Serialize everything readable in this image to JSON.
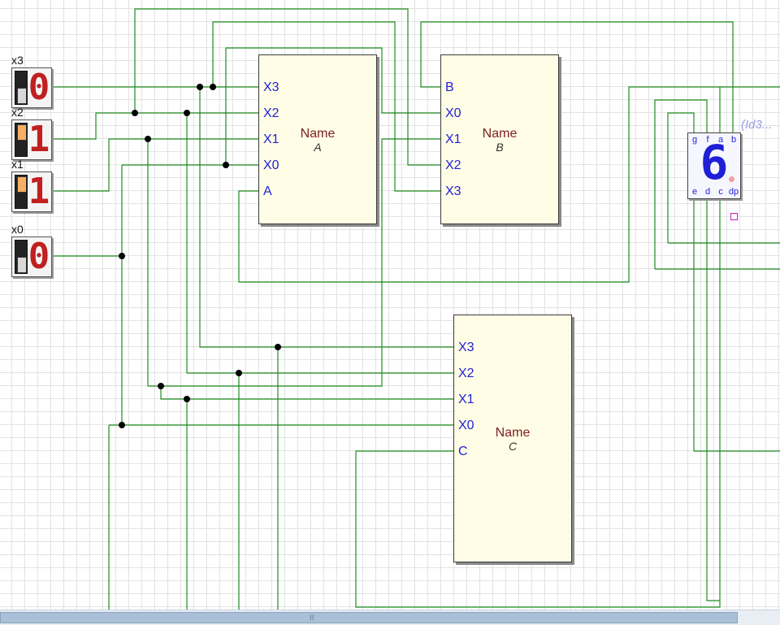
{
  "inputs": [
    {
      "label": "x3",
      "value": "0"
    },
    {
      "label": "x2",
      "value": "1"
    },
    {
      "label": "x1",
      "value": "1"
    },
    {
      "label": "x0",
      "value": "0"
    }
  ],
  "blocks": {
    "a": {
      "name": "Name",
      "instance": "A",
      "pins": [
        "X3",
        "X2",
        "X1",
        "X0",
        "A"
      ]
    },
    "b": {
      "name": "Name",
      "instance": "B",
      "pins": [
        "B",
        "X0",
        "X1",
        "X2",
        "X3"
      ]
    },
    "c": {
      "name": "Name",
      "instance": "C",
      "pins": [
        "X3",
        "X2",
        "X1",
        "X0",
        "C"
      ]
    }
  },
  "hex_display": {
    "digit": "6",
    "label": "(Id3...",
    "top_pins": [
      "g",
      "f",
      "a",
      "b"
    ],
    "bottom_pins": [
      "e",
      "d",
      "c",
      "dp"
    ]
  },
  "scrollbar": {
    "grip": "II"
  },
  "colors": {
    "wire": "#1e8c1e",
    "pin_text": "#1f1fd6",
    "block_fill": "#fffde6",
    "switch_digit": "#c02020",
    "hex_digit": "#1f1fd6",
    "knob_on": "#f5b066",
    "knob_off": "#d8d8d8"
  }
}
